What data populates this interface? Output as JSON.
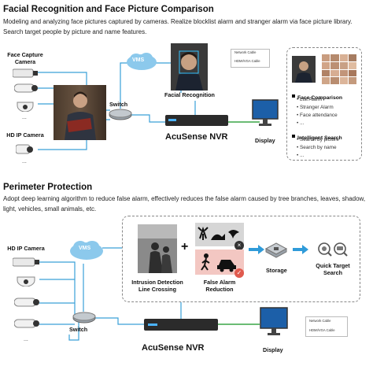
{
  "section1": {
    "title": "Facial Recognition and Face Picture Comparison",
    "desc_line1": "Modeling and analyzing face pictures captured by cameras. Realize blocklist alarm and stranger alarm via face picture library.",
    "desc_line2": "Search target people by picture and name features.",
    "face_capture_label_1": "Face Capture",
    "face_capture_label_2": "Camera",
    "hd_ip_label": "HD IP Camera",
    "ellipsis": "...",
    "vms": "VMS",
    "switch": "Switch",
    "facial_recognition": "Facial Recognition",
    "nvr_name": "AcuSense NVR",
    "display": "Display",
    "legend_network": "Network Cable",
    "legend_hdmi": "HDMI/VGA Cable",
    "features": {
      "face_comparison": "Face Comparison",
      "fc_items": [
        "List Alarm",
        "Stranger Alarm",
        "Face attendance",
        "..."
      ],
      "intelligent_search": "Intelligent Search",
      "is_items": [
        "Search by picture",
        "Search by name",
        "..."
      ]
    }
  },
  "section2": {
    "title": "Perimeter Protection",
    "desc_line1": "Adopt deep learning algorithm to reduce false alarm, effectively reduces the false alarm caused by tree branches, leaves, shadow,",
    "desc_line2": "light, vehicles, small animals, etc.",
    "hd_ip_label": "HD IP Camera",
    "ellipsis": "...",
    "vms": "VMS",
    "switch": "Switch",
    "intrusion_1": "Intrusion Detection",
    "intrusion_2": "Line Crossing",
    "plus": "+",
    "false_alarm_1": "False Alarm",
    "false_alarm_2": "Reduction",
    "storage": "Storage",
    "quick_1": "Quick Target",
    "quick_2": "Search",
    "nvr_name": "AcuSense NVR",
    "display": "Display",
    "legend_network": "Network Cable",
    "legend_hdmi": "HDMI/VGA Cable"
  },
  "colors": {
    "network_line": "#3aa0d8",
    "hdmi_line": "#3aa647",
    "cloud": "#8cc9ec",
    "arrow_blue": "#2f9bd9",
    "reject_red": "#e05a4e"
  }
}
